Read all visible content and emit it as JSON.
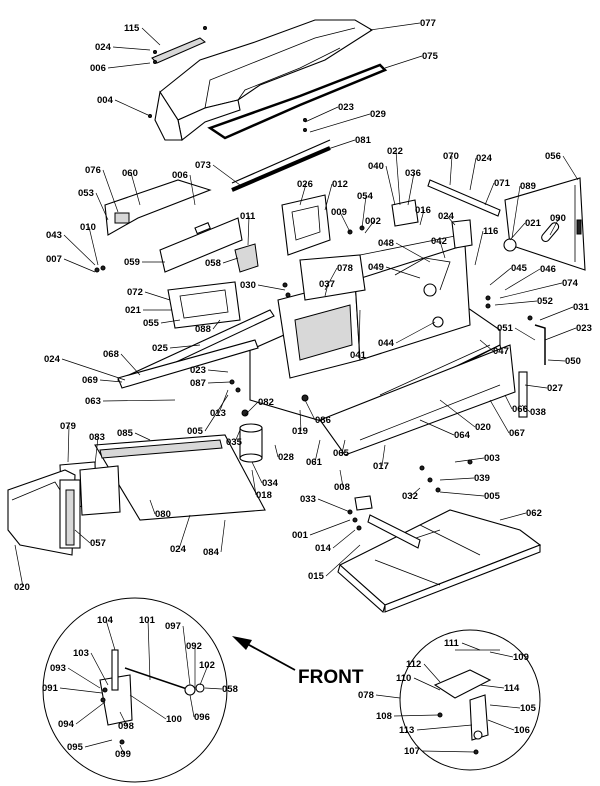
{
  "front_label": "FRONT",
  "callouts": [
    {
      "id": "c115",
      "text": "115"
    },
    {
      "id": "c024a",
      "text": "024"
    },
    {
      "id": "c006a",
      "text": "006"
    },
    {
      "id": "c077",
      "text": "077"
    },
    {
      "id": "c075",
      "text": "075"
    },
    {
      "id": "c004",
      "text": "004"
    },
    {
      "id": "c023a",
      "text": "023"
    },
    {
      "id": "c029",
      "text": "029"
    },
    {
      "id": "c081",
      "text": "081"
    },
    {
      "id": "c073",
      "text": "073"
    },
    {
      "id": "c076",
      "text": "076"
    },
    {
      "id": "c060",
      "text": "060"
    },
    {
      "id": "c006b",
      "text": "006"
    },
    {
      "id": "c053",
      "text": "053"
    },
    {
      "id": "c026",
      "text": "026"
    },
    {
      "id": "c012",
      "text": "012"
    },
    {
      "id": "c022",
      "text": "022"
    },
    {
      "id": "c070",
      "text": "070"
    },
    {
      "id": "c024b",
      "text": "024"
    },
    {
      "id": "c056",
      "text": "056"
    },
    {
      "id": "c040",
      "text": "040"
    },
    {
      "id": "c036",
      "text": "036"
    },
    {
      "id": "c071",
      "text": "071"
    },
    {
      "id": "c089",
      "text": "089"
    },
    {
      "id": "c054",
      "text": "054"
    },
    {
      "id": "c009",
      "text": "009"
    },
    {
      "id": "c002",
      "text": "002"
    },
    {
      "id": "c016",
      "text": "016"
    },
    {
      "id": "c024c",
      "text": "024"
    },
    {
      "id": "c021a",
      "text": "021"
    },
    {
      "id": "c090",
      "text": "090"
    },
    {
      "id": "c043",
      "text": "043"
    },
    {
      "id": "c010",
      "text": "010"
    },
    {
      "id": "c011",
      "text": "011"
    },
    {
      "id": "c042",
      "text": "042"
    },
    {
      "id": "c116",
      "text": "116"
    },
    {
      "id": "c007",
      "text": "007"
    },
    {
      "id": "c059",
      "text": "059"
    },
    {
      "id": "c058a",
      "text": "058"
    },
    {
      "id": "c048",
      "text": "048"
    },
    {
      "id": "c049",
      "text": "049"
    },
    {
      "id": "c078a",
      "text": "078"
    },
    {
      "id": "c045",
      "text": "045"
    },
    {
      "id": "c046",
      "text": "046"
    },
    {
      "id": "c030",
      "text": "030"
    },
    {
      "id": "c037",
      "text": "037"
    },
    {
      "id": "c074",
      "text": "074"
    },
    {
      "id": "c072",
      "text": "072"
    },
    {
      "id": "c052",
      "text": "052"
    },
    {
      "id": "c021b",
      "text": "021"
    },
    {
      "id": "c031",
      "text": "031"
    },
    {
      "id": "c055",
      "text": "055"
    },
    {
      "id": "c088",
      "text": "088"
    },
    {
      "id": "c051",
      "text": "051"
    },
    {
      "id": "c023b",
      "text": "023"
    },
    {
      "id": "c025",
      "text": "025"
    },
    {
      "id": "c044",
      "text": "044"
    },
    {
      "id": "c041",
      "text": "041"
    },
    {
      "id": "c047",
      "text": "047"
    },
    {
      "id": "c050",
      "text": "050"
    },
    {
      "id": "c024d",
      "text": "024"
    },
    {
      "id": "c068",
      "text": "068"
    },
    {
      "id": "c023c",
      "text": "023"
    },
    {
      "id": "c069",
      "text": "069"
    },
    {
      "id": "c087",
      "text": "087"
    },
    {
      "id": "c027",
      "text": "027"
    },
    {
      "id": "c063",
      "text": "063"
    },
    {
      "id": "c082",
      "text": "082"
    },
    {
      "id": "c066",
      "text": "066"
    },
    {
      "id": "c038",
      "text": "038"
    },
    {
      "id": "c013",
      "text": "013"
    },
    {
      "id": "c086",
      "text": "086"
    },
    {
      "id": "c019",
      "text": "019"
    },
    {
      "id": "c020a",
      "text": "020"
    },
    {
      "id": "c067",
      "text": "067"
    },
    {
      "id": "c005a",
      "text": "005"
    },
    {
      "id": "c035",
      "text": "035"
    },
    {
      "id": "c064",
      "text": "064"
    },
    {
      "id": "c079",
      "text": "079"
    },
    {
      "id": "c083",
      "text": "083"
    },
    {
      "id": "c085",
      "text": "085"
    },
    {
      "id": "c028",
      "text": "028"
    },
    {
      "id": "c061",
      "text": "061"
    },
    {
      "id": "c065",
      "text": "065"
    },
    {
      "id": "c017",
      "text": "017"
    },
    {
      "id": "c003",
      "text": "003"
    },
    {
      "id": "c034",
      "text": "034"
    },
    {
      "id": "c039",
      "text": "039"
    },
    {
      "id": "c008",
      "text": "008"
    },
    {
      "id": "c018",
      "text": "018"
    },
    {
      "id": "c032",
      "text": "032"
    },
    {
      "id": "c005b",
      "text": "005"
    },
    {
      "id": "c080",
      "text": "080"
    },
    {
      "id": "c033",
      "text": "033"
    },
    {
      "id": "c062",
      "text": "062"
    },
    {
      "id": "c001",
      "text": "001"
    },
    {
      "id": "c014",
      "text": "014"
    },
    {
      "id": "c024e",
      "text": "024"
    },
    {
      "id": "c084",
      "text": "084"
    },
    {
      "id": "c057",
      "text": "057"
    },
    {
      "id": "c015",
      "text": "015"
    },
    {
      "id": "c020b",
      "text": "020"
    },
    {
      "id": "c104",
      "text": "104"
    },
    {
      "id": "c101",
      "text": "101"
    },
    {
      "id": "c097",
      "text": "097"
    },
    {
      "id": "c092",
      "text": "092"
    },
    {
      "id": "c103",
      "text": "103"
    },
    {
      "id": "c102",
      "text": "102"
    },
    {
      "id": "c093",
      "text": "093"
    },
    {
      "id": "c058b",
      "text": "058"
    },
    {
      "id": "c091",
      "text": "091"
    },
    {
      "id": "c100",
      "text": "100"
    },
    {
      "id": "c096",
      "text": "096"
    },
    {
      "id": "c094",
      "text": "094"
    },
    {
      "id": "c098",
      "text": "098"
    },
    {
      "id": "c095",
      "text": "095"
    },
    {
      "id": "c099",
      "text": "099"
    },
    {
      "id": "c111",
      "text": "111"
    },
    {
      "id": "c109",
      "text": "109"
    },
    {
      "id": "c112",
      "text": "112"
    },
    {
      "id": "c110",
      "text": "110"
    },
    {
      "id": "c114",
      "text": "114"
    },
    {
      "id": "c078b",
      "text": "078"
    },
    {
      "id": "c105",
      "text": "105"
    },
    {
      "id": "c108",
      "text": "108"
    },
    {
      "id": "c113",
      "text": "113"
    },
    {
      "id": "c106",
      "text": "106"
    },
    {
      "id": "c107",
      "text": "107"
    }
  ]
}
